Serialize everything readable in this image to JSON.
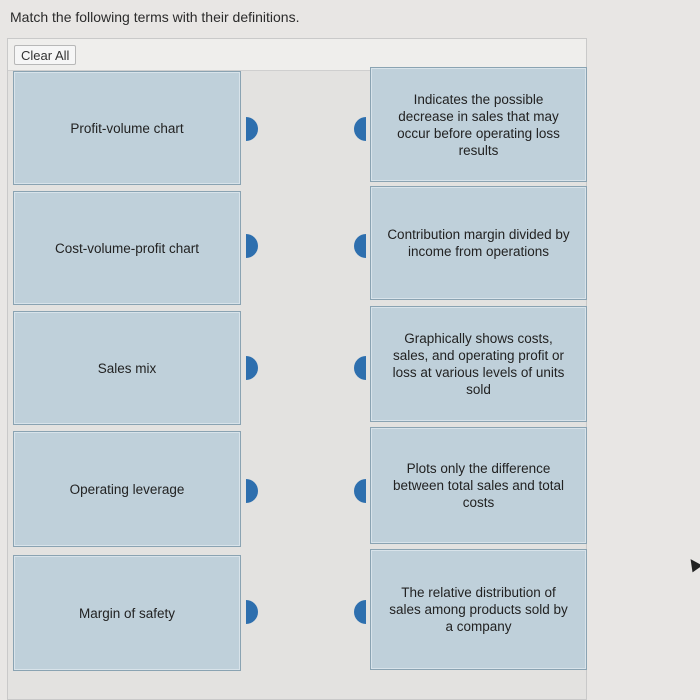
{
  "instructions": "Match the following terms with their definitions.",
  "toolbar": {
    "clear_all_label": "Clear All"
  },
  "terms": [
    "Profit-volume chart",
    "Cost-volume-profit chart",
    "Sales mix",
    "Operating leverage",
    "Margin of safety"
  ],
  "definitions": [
    "Indicates the possible decrease in sales that may occur before operating loss results",
    "Contribution margin divided by income from operations",
    "Graphically shows costs, sales, and operating profit or loss at various levels of units sold",
    "Plots only the difference between total sales and total costs",
    "The relative distribution of sales among products sold by a company"
  ],
  "colors": {
    "card_fill": "#bfd0da",
    "card_border": "#8aa3b2",
    "connector_tab": "#2e6fae"
  },
  "icons": {
    "cursor": "arrow-cursor-icon"
  }
}
